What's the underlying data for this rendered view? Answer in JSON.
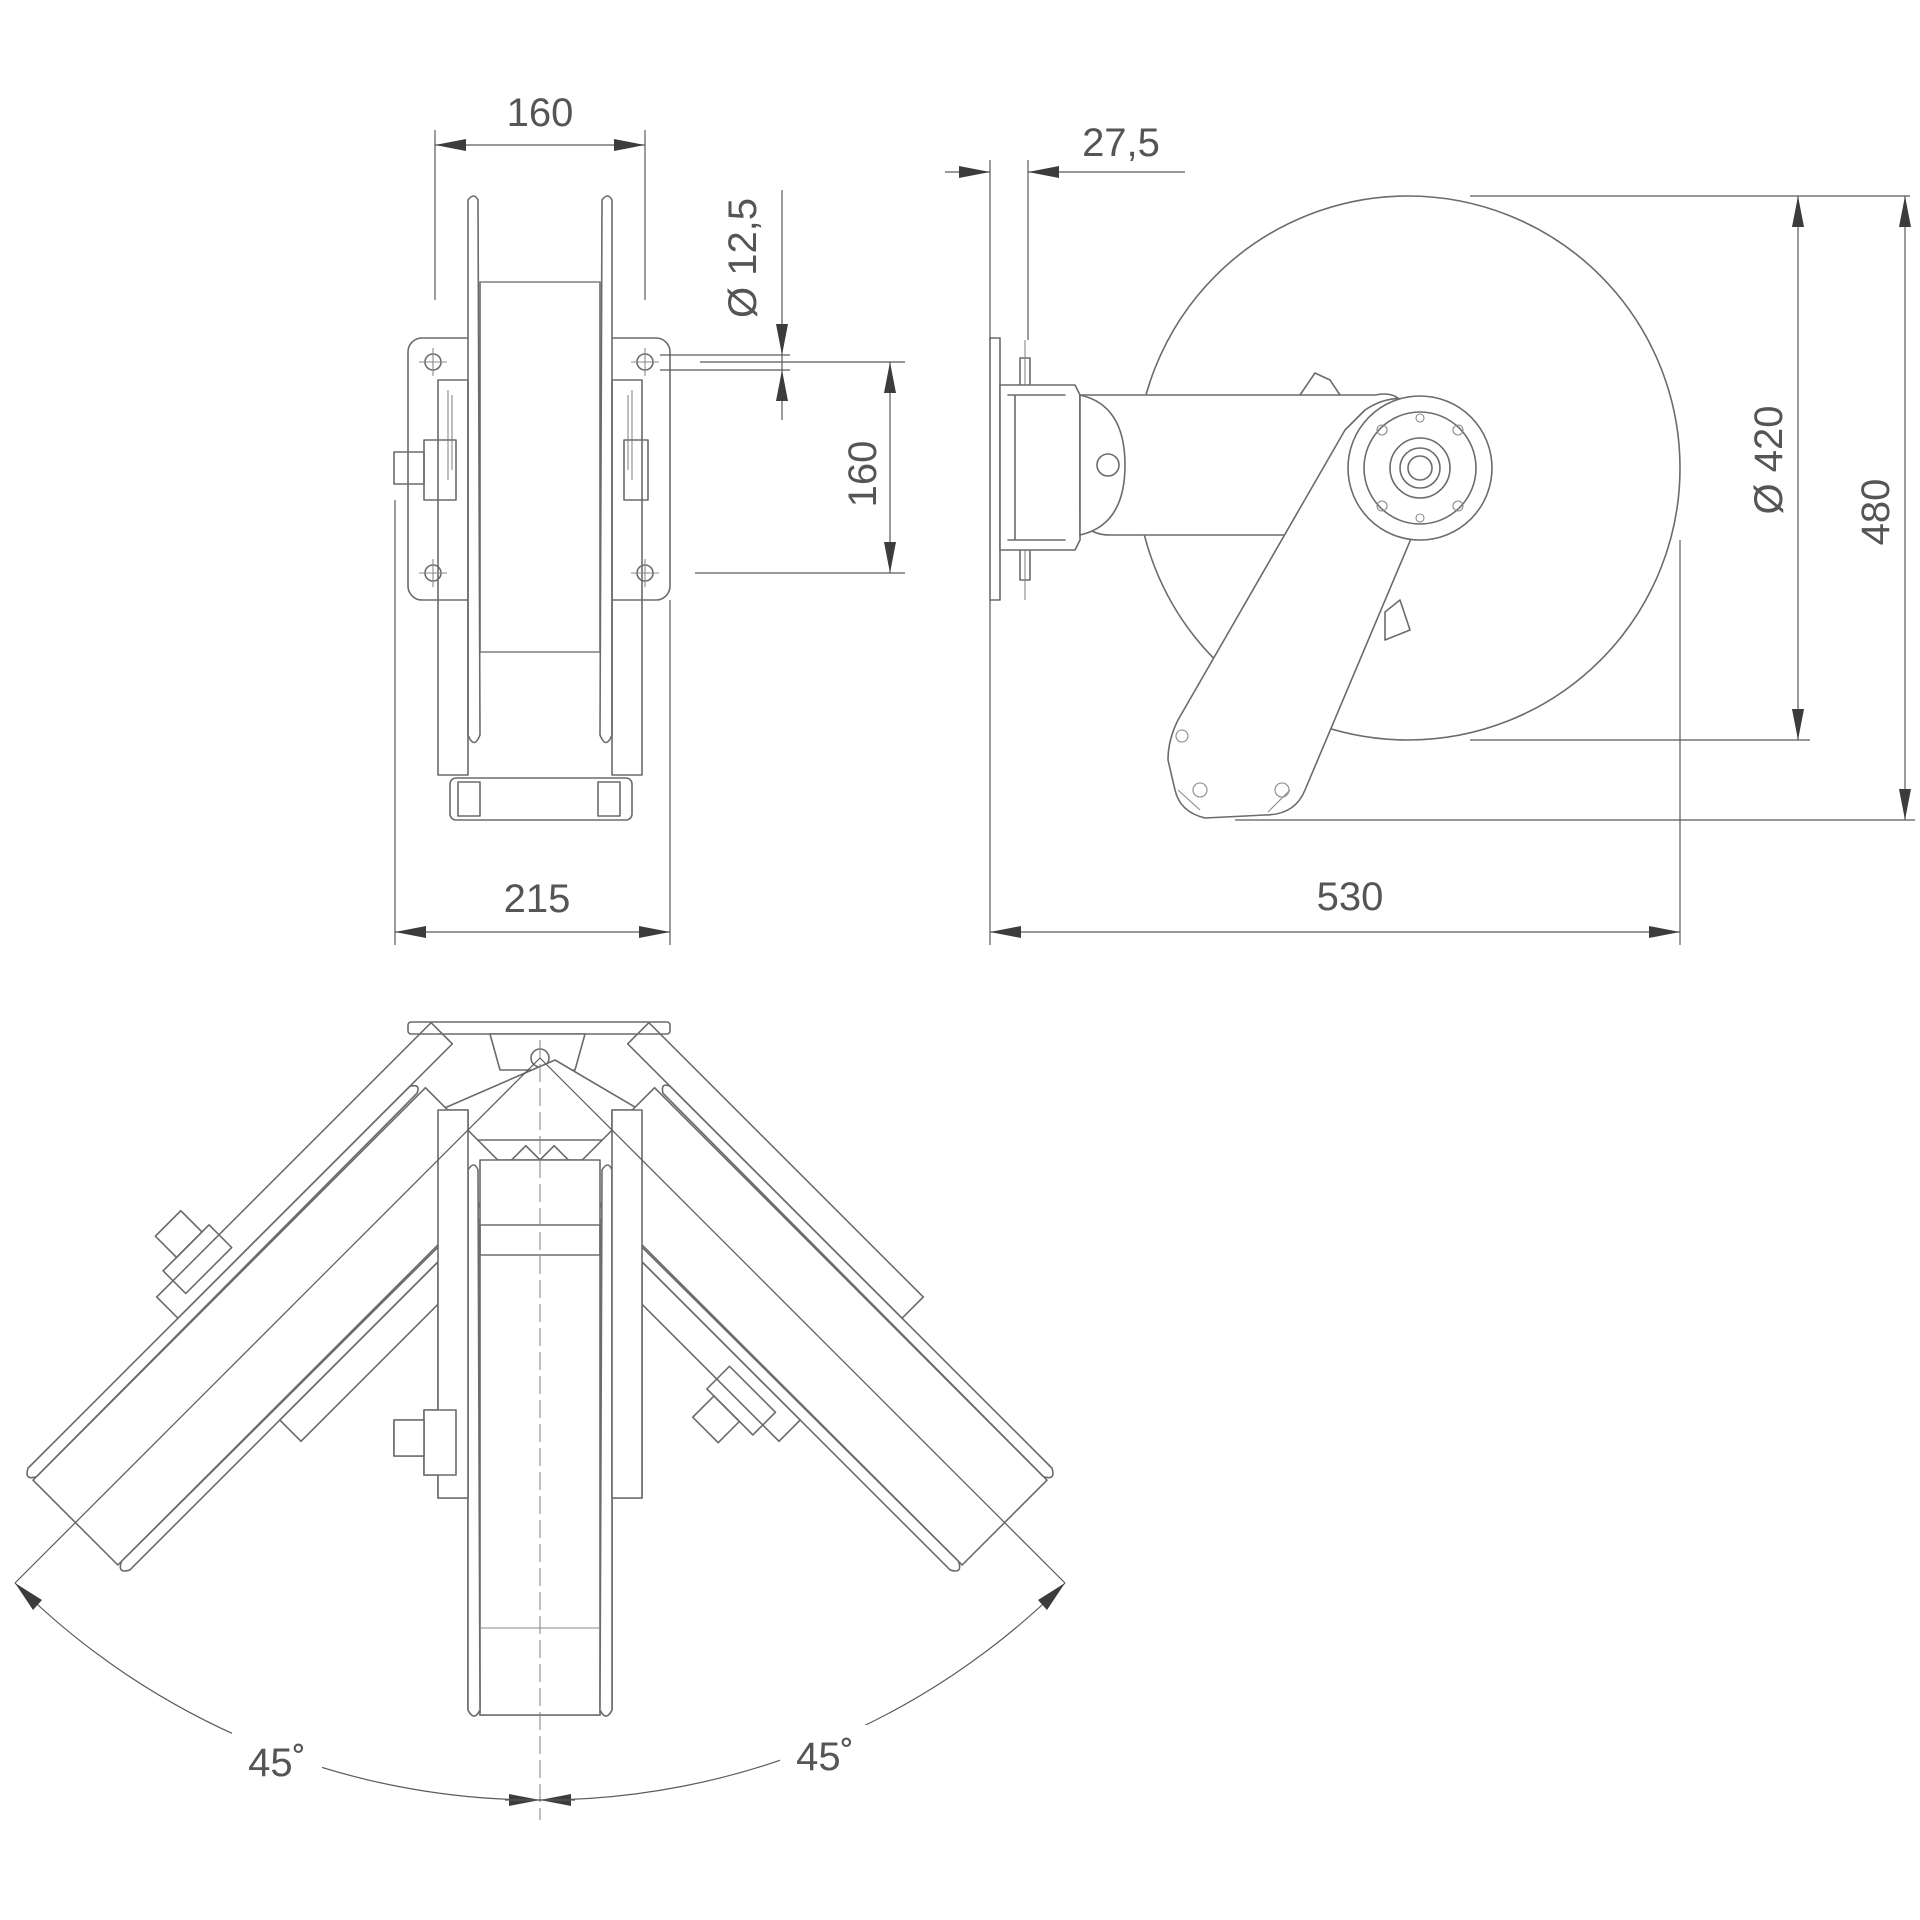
{
  "drawing": {
    "stroke_color": "#6b6b6b",
    "dimension_color": "#3c3c3c",
    "text_color": "#555555",
    "dimensions": {
      "reel_width_top": "160",
      "mount_plate_thickness": "27,5",
      "bolt_hole_diameter": "Ø 12,5",
      "bolt_spacing": "160",
      "overall_width_front": "215",
      "reel_diameter": "Ø 420",
      "overall_height": "480",
      "overall_depth": "530",
      "swivel_left": "45˚",
      "swivel_right": "45˚"
    }
  }
}
